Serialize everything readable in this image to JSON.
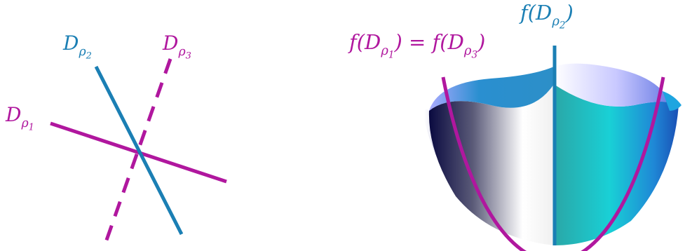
{
  "colors": {
    "blue": "#1b7fb4",
    "magenta": "#b0179e"
  },
  "left_panel": {
    "line_rho1": {
      "label": "D",
      "sub": "ρ",
      "subsub": "1",
      "style": "solid",
      "color": "magenta"
    },
    "line_rho2": {
      "label": "D",
      "sub": "ρ",
      "subsub": "2",
      "style": "solid",
      "color": "blue"
    },
    "line_rho3": {
      "label": "D",
      "sub": "ρ",
      "subsub": "3",
      "style": "dashed",
      "color": "magenta"
    }
  },
  "right_panel": {
    "label_top": {
      "prefix": "f(D",
      "sub": "ρ",
      "subsub": "2",
      "suffix": ")",
      "color": "blue"
    },
    "label_equation": {
      "left_prefix": "f(D",
      "left_sub": "ρ",
      "left_subsub": "1",
      "left_suffix": ")",
      "equals": " = ",
      "right_prefix": "f(D",
      "right_sub": "ρ",
      "right_subsub": "3",
      "right_suffix": ")",
      "color": "magenta"
    }
  }
}
